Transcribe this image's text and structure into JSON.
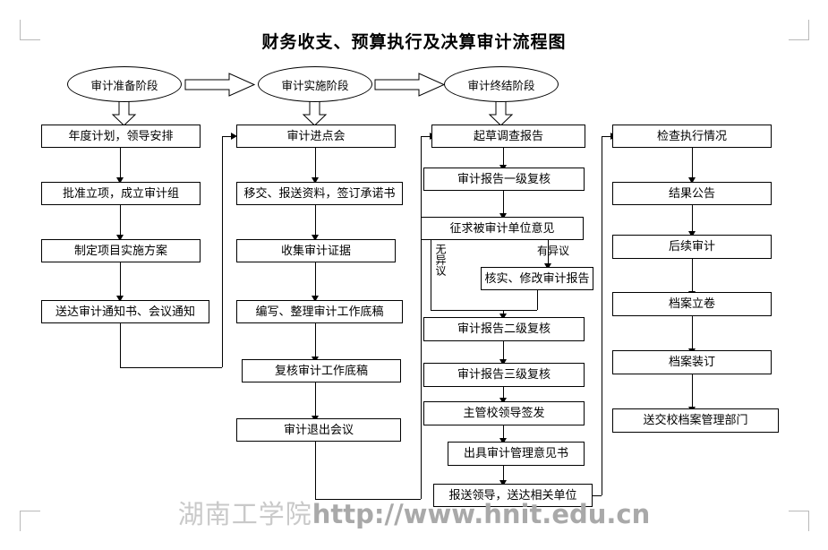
{
  "document": {
    "title": "财务收支、预算执行及决算审计流程图",
    "watermark_cn": "湖南工学院",
    "watermark_url": "http://www.hnit.edu.cn"
  },
  "phases": [
    {
      "id": "phase-prepare",
      "label": "审计准备阶段"
    },
    {
      "id": "phase-implement",
      "label": "审计实施阶段"
    },
    {
      "id": "phase-conclude",
      "label": "审计终结阶段"
    }
  ],
  "columns": [
    {
      "id": "column-preparation",
      "nodes": [
        {
          "id": "node-annual-plan",
          "label": "年度计划，领导安排"
        },
        {
          "id": "node-approve-project",
          "label": "批准立项，成立审计组"
        },
        {
          "id": "node-implementation-plan",
          "label": "制定项目实施方案"
        },
        {
          "id": "node-deliver-notice",
          "label": "送达审计通知书、会议通知"
        }
      ]
    },
    {
      "id": "column-implementation",
      "nodes": [
        {
          "id": "node-entry-meeting",
          "label": "审计进点会"
        },
        {
          "id": "node-handover-materials",
          "label": "移交、报送资料，签订承诺书"
        },
        {
          "id": "node-collect-evidence",
          "label": "收集审计证据"
        },
        {
          "id": "node-compile-workpapers",
          "label": "编写、整理审计工作底稿"
        },
        {
          "id": "node-review-workpapers",
          "label": "复核审计工作底稿"
        },
        {
          "id": "node-exit-meeting",
          "label": "审计退出会议"
        }
      ]
    },
    {
      "id": "column-reporting",
      "nodes": [
        {
          "id": "node-draft-report",
          "label": "起草调查报告"
        },
        {
          "id": "node-first-review",
          "label": "审计报告一级复核"
        },
        {
          "id": "node-solicit-opinion",
          "label": "征求被审计单位意见"
        },
        {
          "id": "node-verify-revise",
          "label": "核实、修改审计报告"
        },
        {
          "id": "node-second-review",
          "label": "审计报告二级复核"
        },
        {
          "id": "node-third-review",
          "label": "审计报告三级复核"
        },
        {
          "id": "node-leader-signoff",
          "label": "主管校领导签发"
        },
        {
          "id": "node-issue-opinion-letter",
          "label": "出具审计管理意见书"
        },
        {
          "id": "node-report-to-leaders",
          "label": "报送领导，送达相关单位"
        }
      ]
    },
    {
      "id": "column-followup",
      "nodes": [
        {
          "id": "node-check-execution",
          "label": "检查执行情况"
        },
        {
          "id": "node-result-announcement",
          "label": "结果公告"
        },
        {
          "id": "node-followup-audit",
          "label": "后续审计"
        },
        {
          "id": "node-archive-filing",
          "label": "档案立卷"
        },
        {
          "id": "node-archive-binding",
          "label": "档案装订"
        },
        {
          "id": "node-submit-archives",
          "label": "送交校档案管理部门"
        }
      ]
    }
  ],
  "edge_labels": {
    "no_objection": "无异议",
    "has_objection": "有异议"
  },
  "colors": {
    "line": "#000000",
    "text": "#000000",
    "background": "#ffffff",
    "crop_mark": "#b9b9b9",
    "watermark": "#c9c9c9"
  }
}
